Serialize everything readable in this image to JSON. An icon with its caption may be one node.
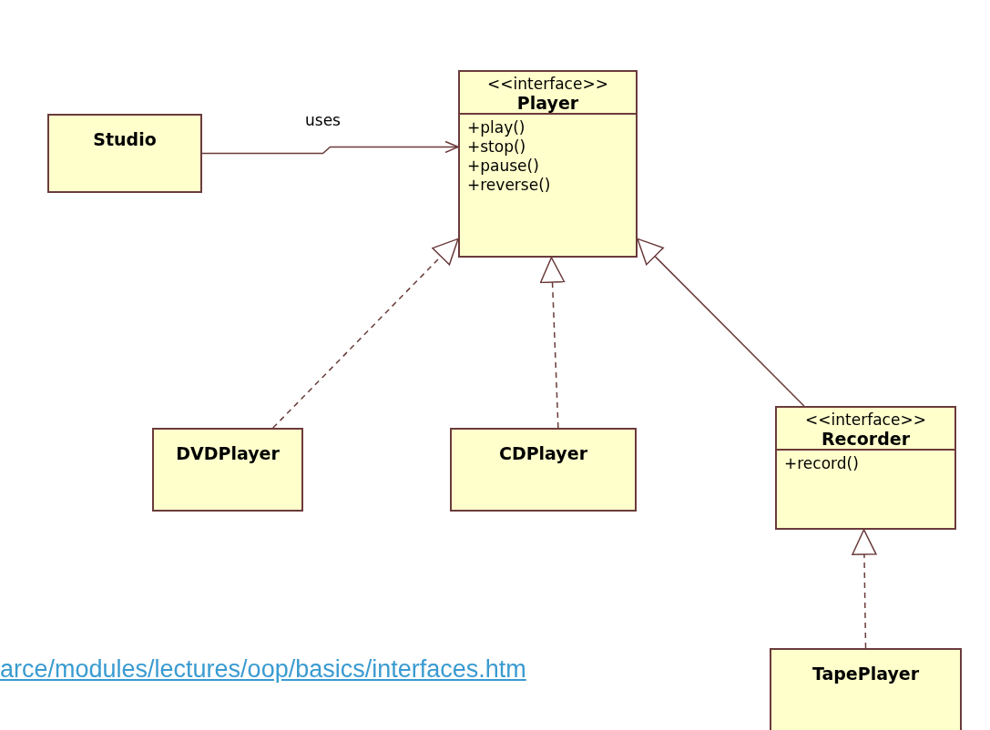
{
  "diagram": {
    "nodes": [
      {
        "text": [
          "Studio"
        ]
      },
      {
        "text": [
          "<<interface>>",
          "Player",
          "+play()",
          "+stop()",
          "+pause()",
          "+reverse()"
        ]
      },
      {
        "text": [
          "DVDPlayer"
        ]
      },
      {
        "text": [
          "CDPlayer"
        ]
      },
      {
        "text": [
          "<<interface>>",
          "Recorder",
          "+record()"
        ]
      },
      {
        "text": [
          "TapePlayer"
        ]
      }
    ],
    "edges": [
      {
        "from": 0,
        "to": 1,
        "arrow": "to",
        "label": "uses"
      },
      {
        "from": 2,
        "to": 1,
        "arrow": "to",
        "style": "dashed"
      },
      {
        "from": 3,
        "to": 1,
        "arrow": "to",
        "style": "dashed"
      },
      {
        "from": 4,
        "to": 1,
        "arrow": "to"
      },
      {
        "from": 5,
        "to": 4,
        "arrow": "to",
        "style": "dashed"
      }
    ],
    "labels": [
      "arce/modules/lectures/oop/basics/interfaces.htm"
    ]
  }
}
